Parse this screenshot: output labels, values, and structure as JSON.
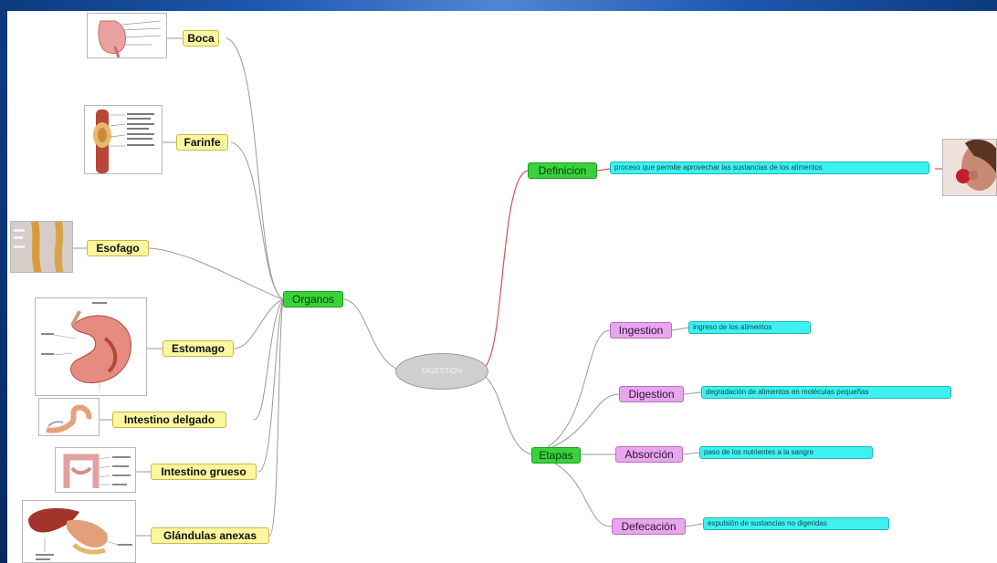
{
  "center": {
    "label": "DIGESTION"
  },
  "organs_branch": {
    "label": "Organos",
    "items": [
      {
        "label": "Boca",
        "icon": "mouth-diagram-icon"
      },
      {
        "label": "Farinfe",
        "icon": "pharynx-diagram-icon"
      },
      {
        "label": "Esofago",
        "icon": "esophagus-diagram-icon"
      },
      {
        "label": "Estomago",
        "icon": "stomach-diagram-icon"
      },
      {
        "label": "Intestino delgado",
        "icon": "small-intestine-icon"
      },
      {
        "label": "Intestino grueso",
        "icon": "large-intestine-icon"
      },
      {
        "label": "Glándulas anexas",
        "icon": "liver-diagram-icon"
      }
    ]
  },
  "definition_branch": {
    "label": "Definicion",
    "text": "proceso que permite aprovechar las sustancias de los alimentos",
    "icon": "person-eating-photo"
  },
  "stages_branch": {
    "label": "Etapas",
    "items": [
      {
        "label": "Ingestion",
        "text": "ingreso de los alimentos"
      },
      {
        "label": "Digestion",
        "text": "degradación de alimentos en moléculas pequeñas"
      },
      {
        "label": "Absorción",
        "text": "paso de los nutrientes a la sangre"
      },
      {
        "label": "Defecación",
        "text": "expulsión de sustancias no digeridas"
      }
    ]
  },
  "colors": {
    "frame": "#1c57ad",
    "organ_node": "#fcf79f",
    "branch_node": "#39d23b",
    "stage_node": "#e7a6ee",
    "description_node": "#3ff0f0",
    "definition_link": "#d9534f"
  }
}
